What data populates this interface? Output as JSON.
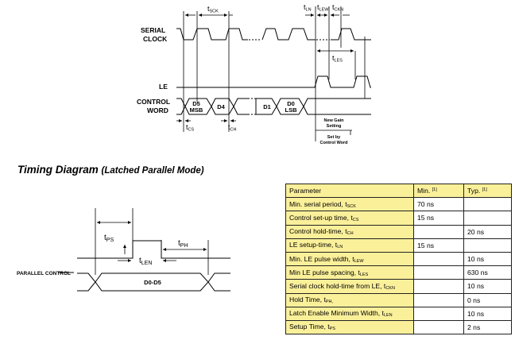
{
  "title": {
    "main": "Timing Diagram",
    "sub": "(Latched Parallel Mode)"
  },
  "serial_diagram": {
    "signals": {
      "serial_clock_1": "SERIAL",
      "serial_clock_2": "CLOCK",
      "le": "LE",
      "control_word_1": "CONTROL",
      "control_word_2": "WORD"
    },
    "bits": {
      "d5_1": "D5",
      "d5_2": "MSB",
      "d4": "D4",
      "d1": "D1",
      "d0_1": "D0",
      "d0_2": "LSB"
    },
    "timing": {
      "tsck": "t",
      "tsck_sub": "SCK",
      "tcs": "t",
      "tcs_sub": "CS",
      "tch": "t",
      "tch_sub": "CH",
      "tln": "t",
      "tln_sub": "LN",
      "tlew": "t",
      "tlew_sub": "LEW",
      "tckn": "t",
      "tckn_sub": "CKN",
      "tles": "t",
      "tles_sub": "LES"
    },
    "notes": {
      "new_gain_1": "New Gain",
      "new_gain_2": "Setting",
      "set_by_1": "Set by",
      "set_by_2": "Control Word"
    }
  },
  "parallel_diagram": {
    "signal": "PARALLEL CONTROL",
    "bus": "D0-D5",
    "timing": {
      "tps": "t",
      "tps_sub": "PS",
      "tph": "t",
      "tph_sub": "PH",
      "tlen": "t",
      "tlen_sub": "LEN"
    }
  },
  "table": {
    "headers": {
      "param": "Parameter",
      "min": "Min.",
      "min_note": "[1]",
      "typ": "Typ.",
      "typ_note": "[1]"
    },
    "rows": [
      {
        "name": "Min. serial period, t",
        "sub": "SCK",
        "min": "70 ns",
        "typ": ""
      },
      {
        "name": "Control set-up time, t",
        "sub": "CS",
        "min": "15 ns",
        "typ": ""
      },
      {
        "name": "Control hold-time, t",
        "sub": "CH",
        "min": "",
        "typ": "20 ns"
      },
      {
        "name": "LE setup-time, t",
        "sub": "LN",
        "min": "15 ns",
        "typ": ""
      },
      {
        "name": "Min. LE pulse width, t",
        "sub": "LEW",
        "min": "",
        "typ": "10 ns"
      },
      {
        "name": "Min LE pulse spacing, t",
        "sub": "LES",
        "min": "",
        "typ": "630 ns"
      },
      {
        "name": "Serial clock hold-time from LE, t",
        "sub": "CKN",
        "min": "",
        "typ": "10 ns"
      },
      {
        "name": "Hold Time, t",
        "sub": "PH,",
        "min": "",
        "typ": "0 ns"
      },
      {
        "name": "Latch Enable Minimum Width, t",
        "sub": "LEN",
        "min": "",
        "typ": "10 ns"
      },
      {
        "name": "Setup Time, t",
        "sub": "PS",
        "min": "",
        "typ": "2 ns"
      }
    ]
  }
}
